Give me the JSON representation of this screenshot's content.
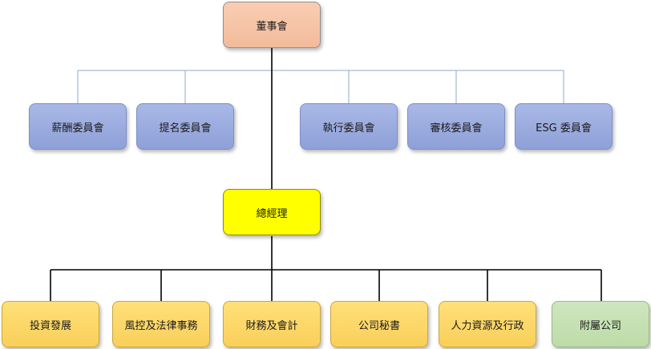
{
  "org_chart": {
    "board": {
      "label": "董事會"
    },
    "committees": [
      {
        "label": "薪酬委員會"
      },
      {
        "label": "提名委員會"
      },
      {
        "label": "執行委員會"
      },
      {
        "label": "審核委員會"
      },
      {
        "label": "ESG 委員會"
      }
    ],
    "general_manager": {
      "label": "總經理"
    },
    "departments": [
      {
        "label": "投資發展"
      },
      {
        "label": "風控及法律事務"
      },
      {
        "label": "財務及會計"
      },
      {
        "label": "公司秘書"
      },
      {
        "label": "人力資源及行政"
      },
      {
        "label": "附屬公司"
      }
    ]
  },
  "colors": {
    "board_fill": "#f5c3a6",
    "committee_fill": "#97a8dc",
    "gm_fill": "#ffff00",
    "dept_fill": "#fcd76a",
    "affiliate_fill": "#c5e0b3",
    "main_connector": "#000000",
    "committee_connector": "#8eaacb"
  }
}
